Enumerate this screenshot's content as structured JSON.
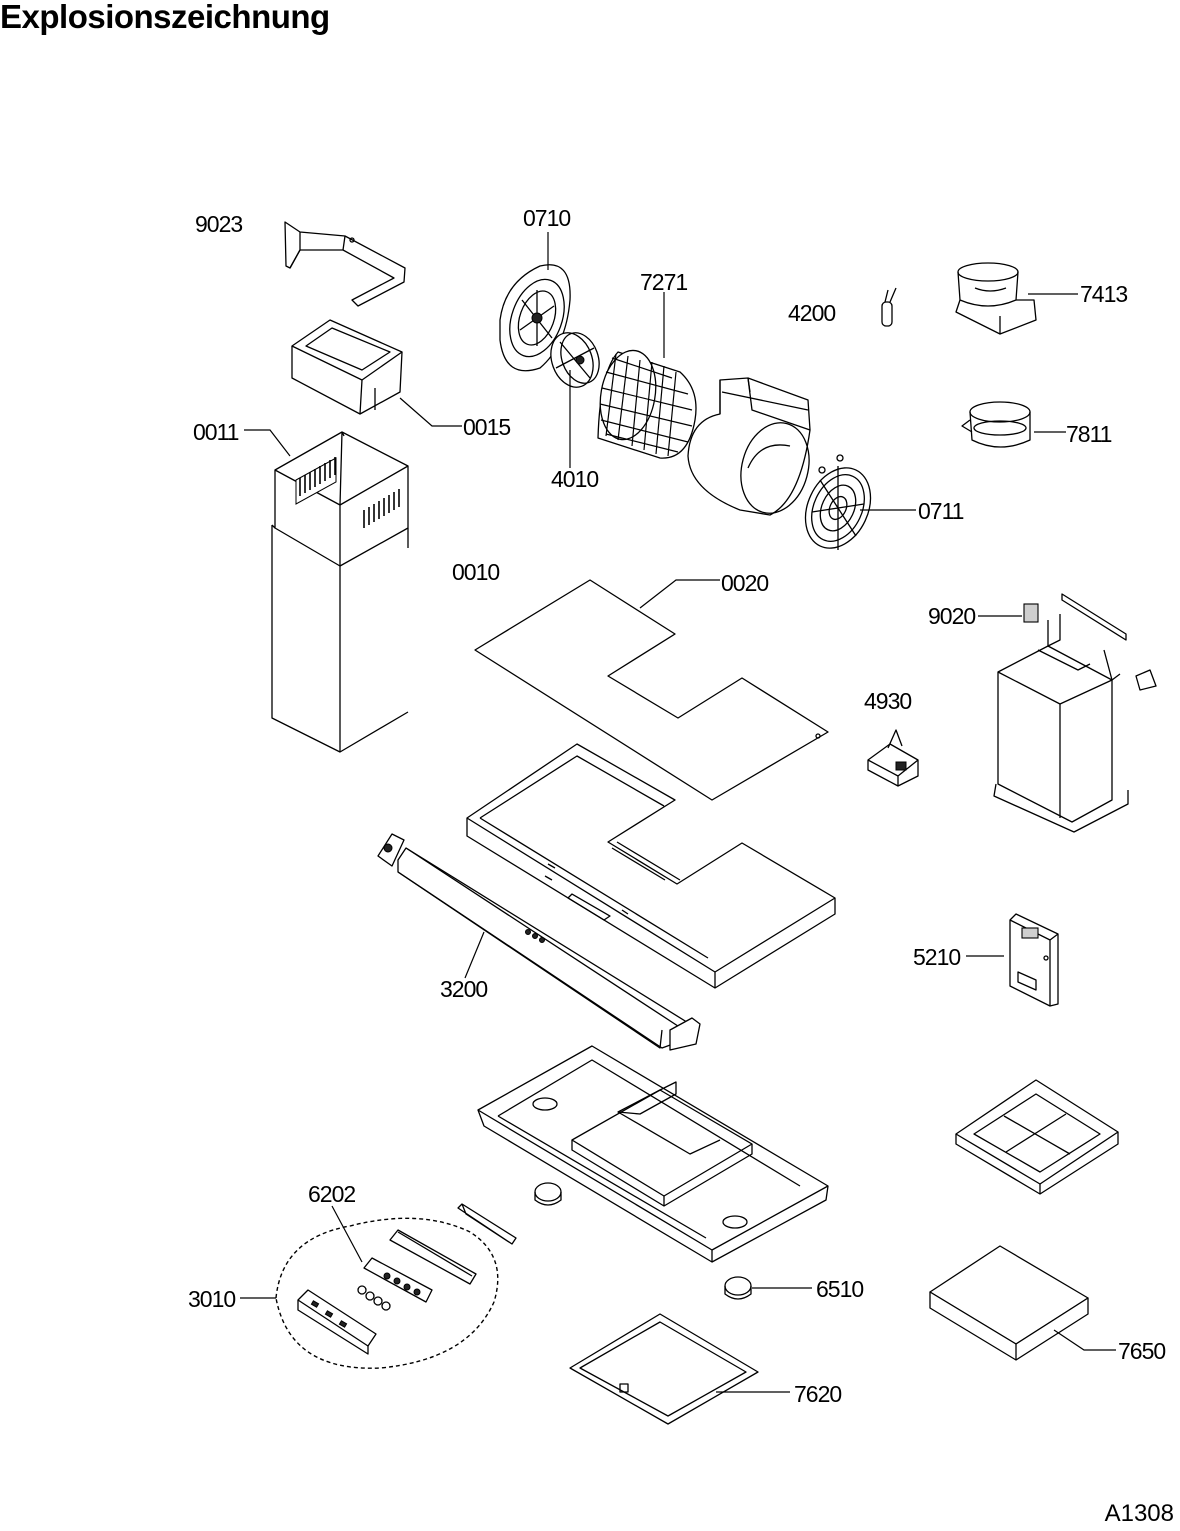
{
  "title": "Explosionszeichnung",
  "doc_code": "A1308",
  "parts": [
    {
      "id": "9023",
      "name": "label-9023"
    },
    {
      "id": "0710",
      "name": "label-0710"
    },
    {
      "id": "7271",
      "name": "label-7271"
    },
    {
      "id": "4200",
      "name": "label-4200"
    },
    {
      "id": "7413",
      "name": "label-7413"
    },
    {
      "id": "0015",
      "name": "label-0015"
    },
    {
      "id": "0011",
      "name": "label-0011"
    },
    {
      "id": "7811",
      "name": "label-7811"
    },
    {
      "id": "4010",
      "name": "label-4010"
    },
    {
      "id": "0711",
      "name": "label-0711"
    },
    {
      "id": "0010",
      "name": "label-0010"
    },
    {
      "id": "0020",
      "name": "label-0020"
    },
    {
      "id": "9020",
      "name": "label-9020"
    },
    {
      "id": "4930",
      "name": "label-4930"
    },
    {
      "id": "5210",
      "name": "label-5210"
    },
    {
      "id": "3200",
      "name": "label-3200"
    },
    {
      "id": "6202",
      "name": "label-6202"
    },
    {
      "id": "3010",
      "name": "label-3010"
    },
    {
      "id": "6510",
      "name": "label-6510"
    },
    {
      "id": "7650",
      "name": "label-7650"
    },
    {
      "id": "7620",
      "name": "label-7620"
    }
  ]
}
